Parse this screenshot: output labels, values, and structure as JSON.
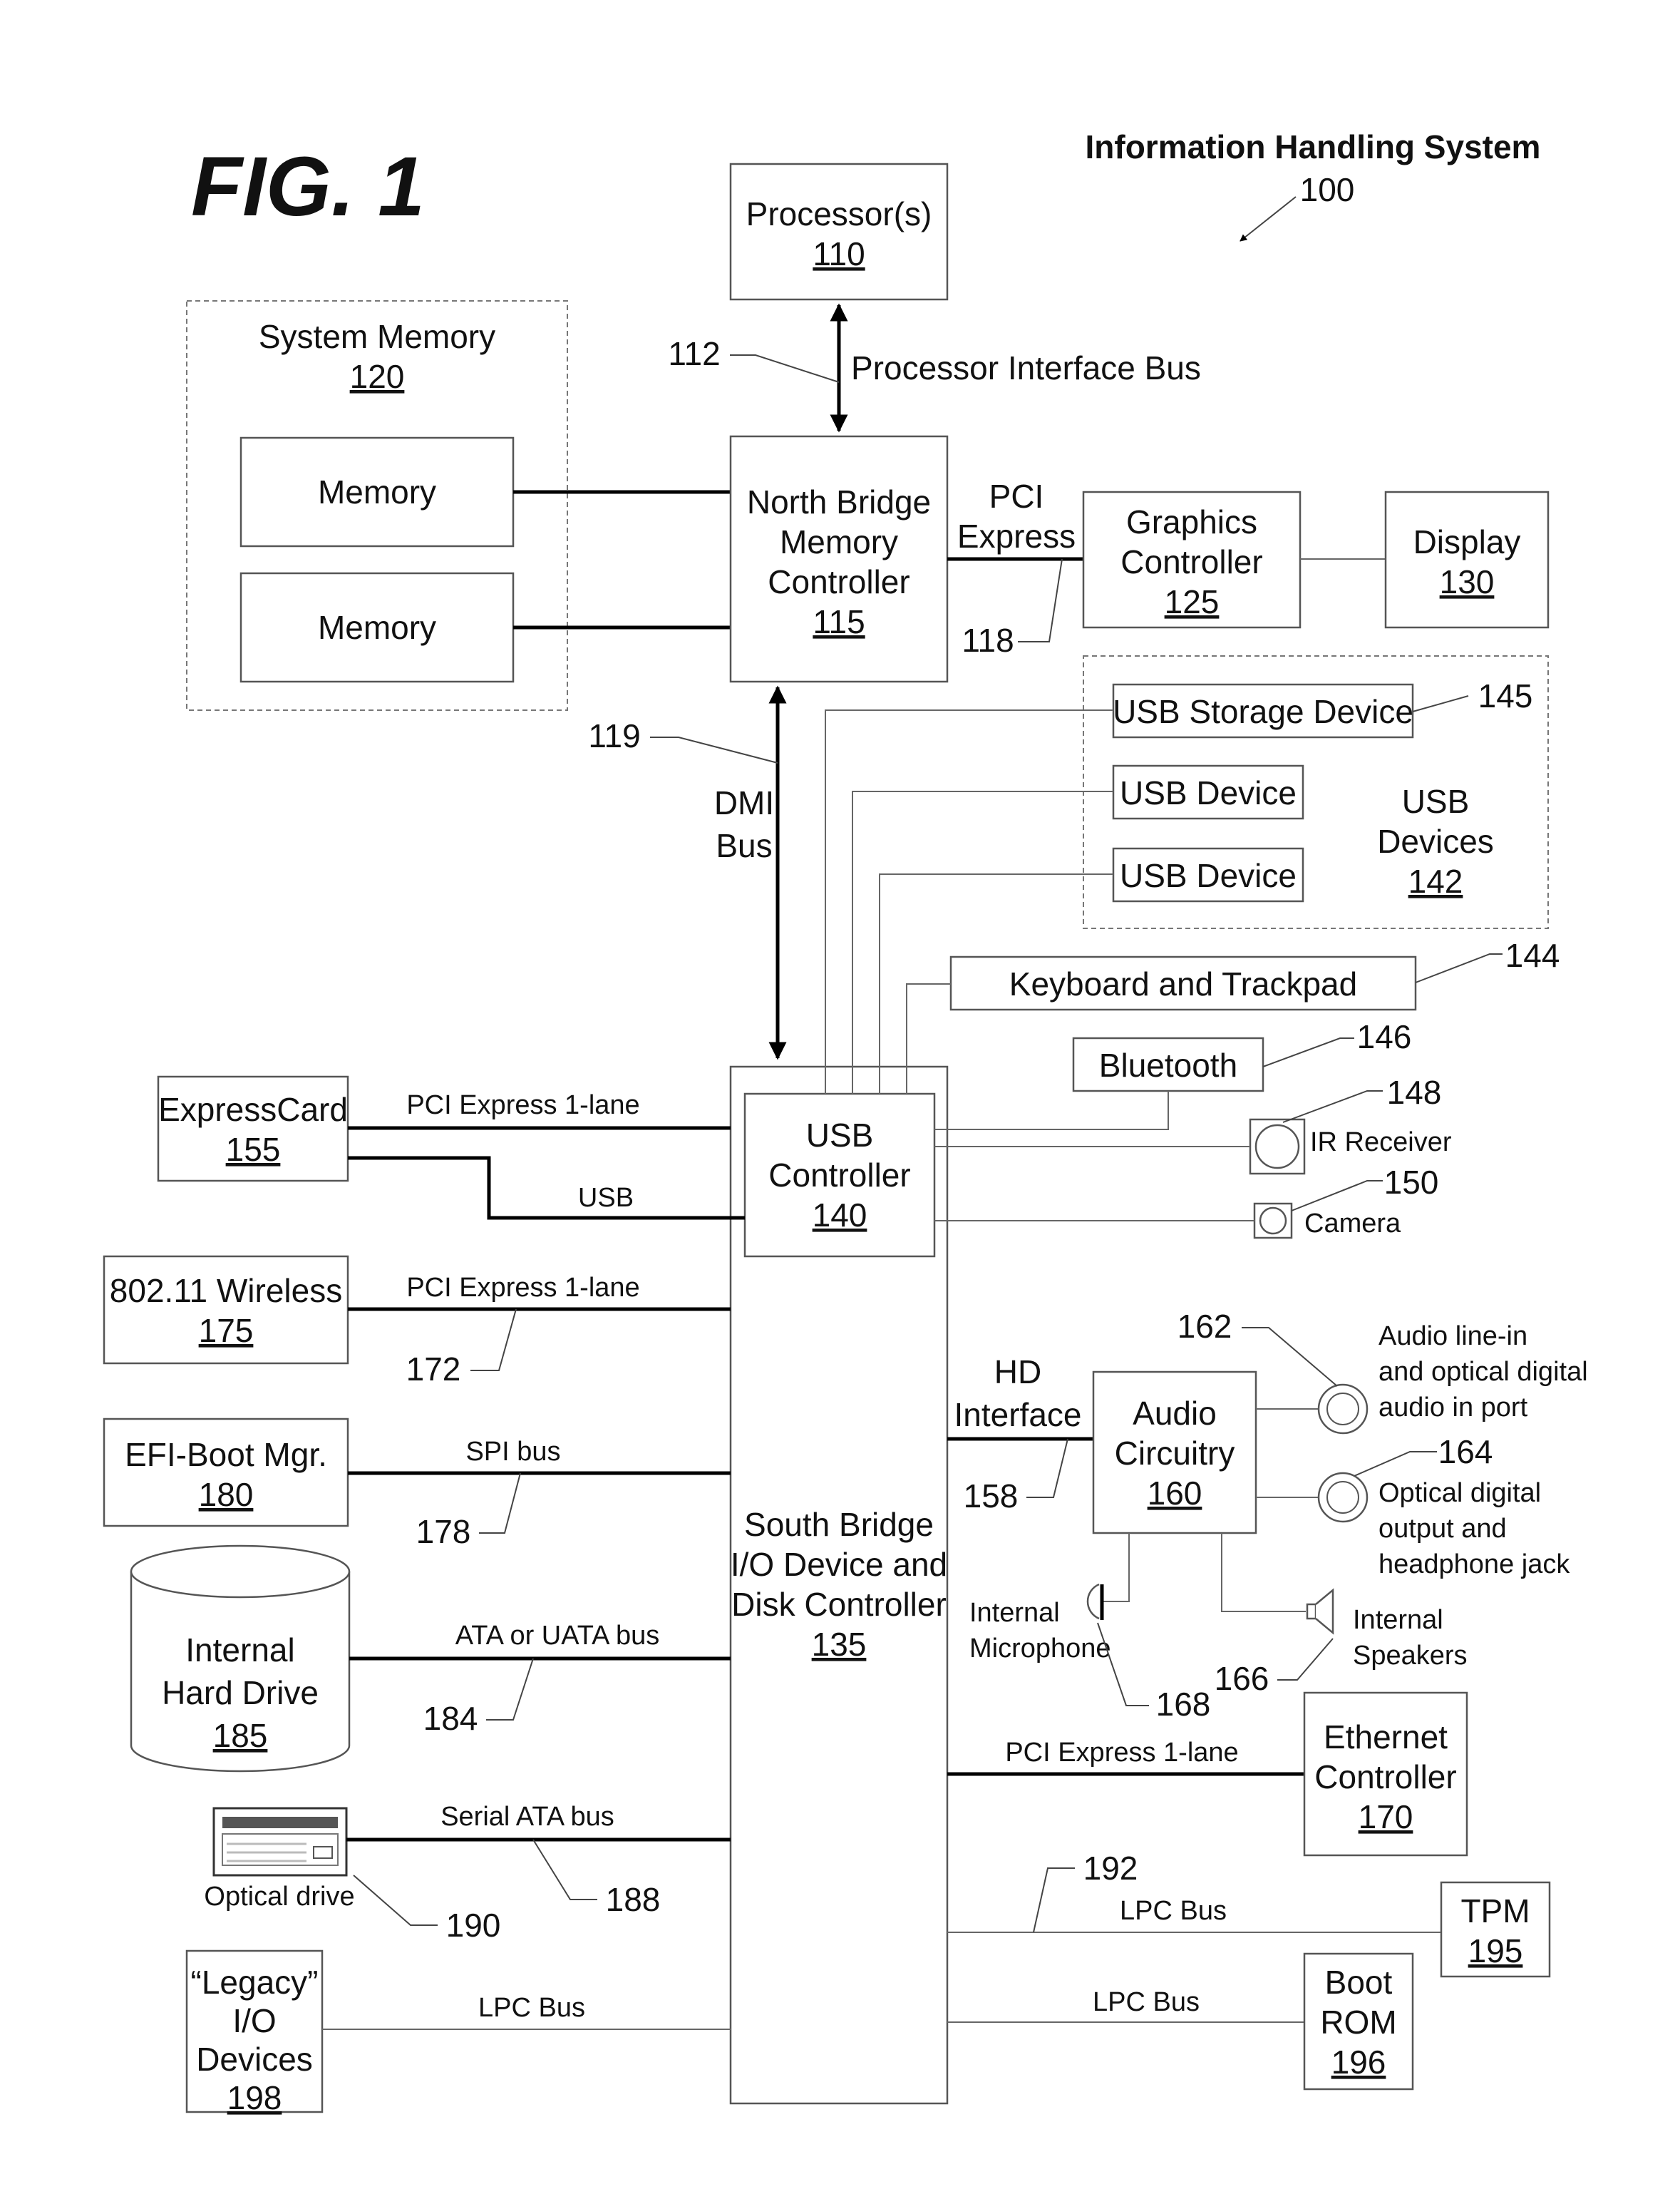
{
  "figure": {
    "label": "FIG. 1",
    "system_title": "Information Handling System",
    "system_ref": "100"
  },
  "blocks": {
    "processor": {
      "line1": "Processor(s)",
      "ref": "110"
    },
    "system_memory": {
      "line1": "System Memory",
      "ref": "120"
    },
    "memory_a": {
      "line1": "Memory"
    },
    "memory_b": {
      "line1": "Memory"
    },
    "north_bridge": {
      "line1": "North Bridge",
      "line2": "Memory",
      "line3": "Controller",
      "ref": "115"
    },
    "graphics": {
      "line1": "Graphics",
      "line2": "Controller",
      "ref": "125"
    },
    "display": {
      "line1": "Display",
      "ref": "130"
    },
    "usb_storage": {
      "line1": "USB Storage Device"
    },
    "usb_device_a": {
      "line1": "USB Device"
    },
    "usb_device_b": {
      "line1": "USB Device"
    },
    "usb_devices": {
      "line1": "USB",
      "line2": "Devices",
      "ref": "142"
    },
    "keyboard": {
      "line1": "Keyboard and Trackpad"
    },
    "bluetooth": {
      "line1": "Bluetooth"
    },
    "ir_receiver": {
      "line1": "IR Receiver"
    },
    "camera": {
      "line1": "Camera"
    },
    "expresscard": {
      "line1": "ExpressCard",
      "ref": "155"
    },
    "usb_controller": {
      "line1": "USB",
      "line2": "Controller",
      "ref": "140"
    },
    "wireless": {
      "line1": "802.11 Wireless",
      "ref": "175"
    },
    "efi_boot": {
      "line1": "EFI-Boot Mgr.",
      "ref": "180"
    },
    "hard_drive": {
      "line1": "Internal",
      "line2": "Hard Drive",
      "ref": "185"
    },
    "optical_drive": {
      "line1": "Optical drive"
    },
    "legacy_io": {
      "line1": "“Legacy”",
      "line2": "I/O",
      "line3": "Devices",
      "ref": "198"
    },
    "south_bridge": {
      "line1": "South Bridge",
      "line2": "I/O Device and",
      "line3": "Disk Controller",
      "ref": "135"
    },
    "audio": {
      "line1": "Audio",
      "line2": "Circuitry",
      "ref": "160"
    },
    "audio_in": {
      "line1": "Audio line-in",
      "line2": "and optical digital",
      "line3": "audio in port"
    },
    "optical_out": {
      "line1": "Optical digital",
      "line2": "output and",
      "line3": "headphone jack"
    },
    "microphone": {
      "line1": "Internal",
      "line2": "Microphone"
    },
    "speakers": {
      "line1": "Internal",
      "line2": "Speakers"
    },
    "ethernet": {
      "line1": "Ethernet",
      "line2": "Controller",
      "ref": "170"
    },
    "tpm": {
      "line1": "TPM",
      "ref": "195"
    },
    "boot_rom": {
      "line1": "Boot",
      "line2": "ROM",
      "ref": "196"
    }
  },
  "buses": {
    "processor_interface": "Processor Interface Bus",
    "pci_express": {
      "line1": "PCI",
      "line2": "Express"
    },
    "dmi": {
      "line1": "DMI",
      "line2": "Bus"
    },
    "pcie_1lane_expresscard": "PCI Express 1-lane",
    "usb": "USB",
    "pcie_1lane_wireless": "PCI Express 1-lane",
    "spi": "SPI bus",
    "ata": "ATA or UATA bus",
    "serial_ata": "Serial ATA bus",
    "lpc_legacy": "LPC Bus",
    "hd_interface": {
      "line1": "HD",
      "line2": "Interface"
    },
    "pcie_1lane_ethernet": "PCI Express 1-lane",
    "lpc_tpm": "LPC Bus",
    "lpc_bootrom": "LPC Bus"
  },
  "refs": {
    "r112": "112",
    "r118": "118",
    "r119": "119",
    "r145": "145",
    "r144": "144",
    "r146": "146",
    "r148": "148",
    "r150": "150",
    "r172": "172",
    "r178": "178",
    "r184": "184",
    "r188": "188",
    "r190": "190",
    "r158": "158",
    "r162": "162",
    "r164": "164",
    "r166": "166",
    "r168": "168",
    "r192": "192"
  }
}
